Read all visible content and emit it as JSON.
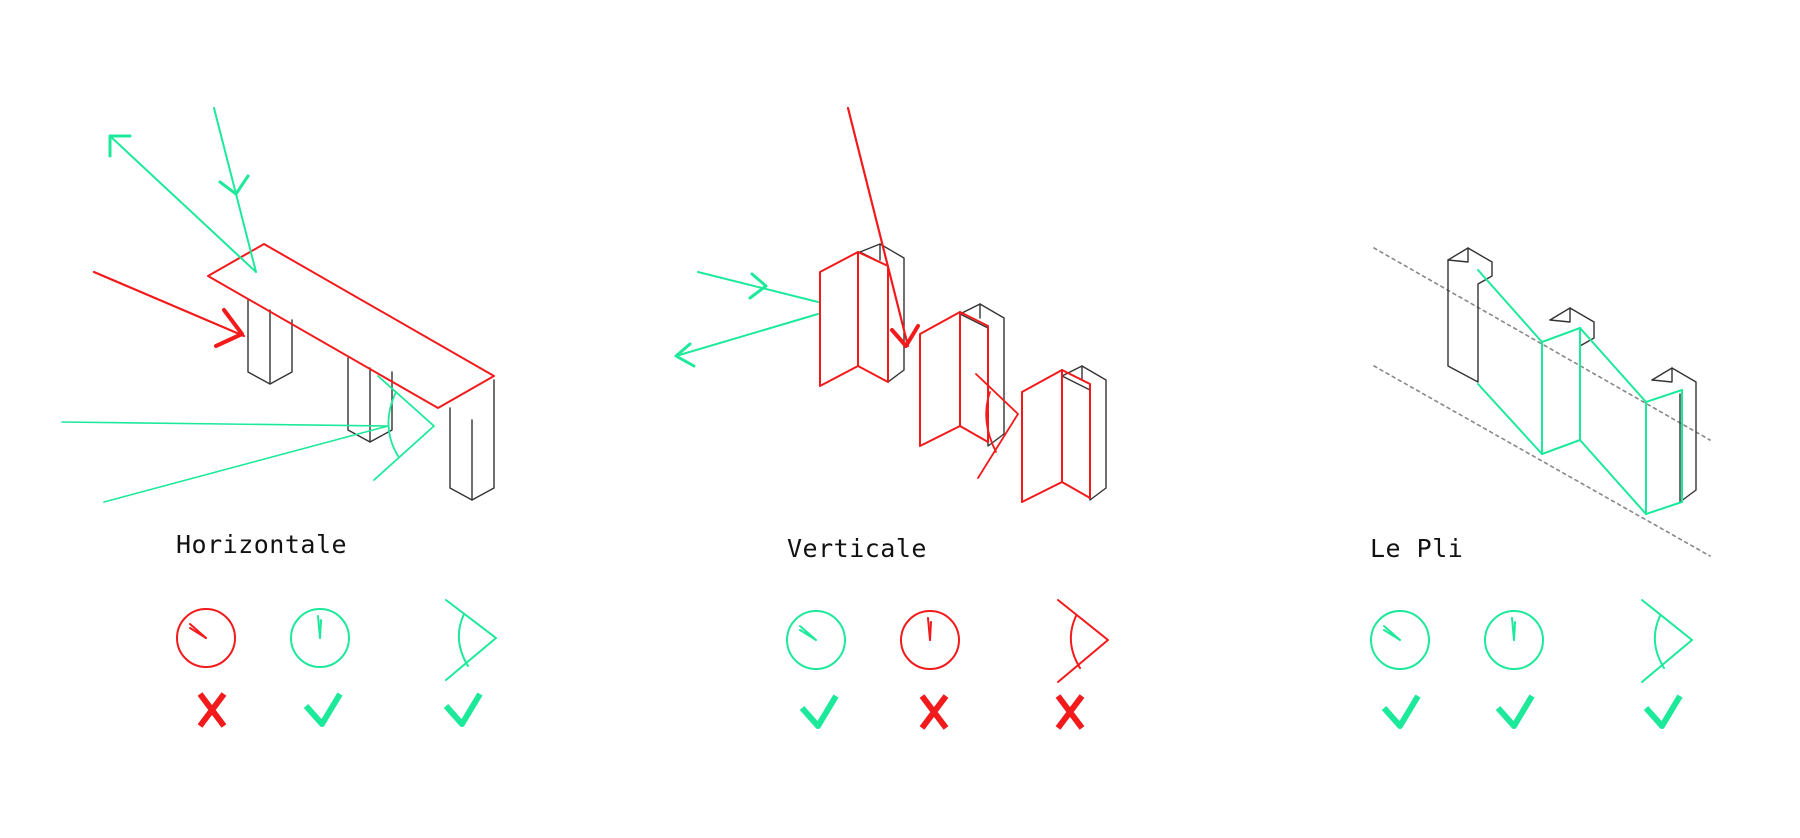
{
  "colors": {
    "good": "#1de99b",
    "bad": "#f21a1a",
    "structure": "#333333",
    "guide": "#888888"
  },
  "panels": [
    {
      "label": "Horizontale",
      "ratings": {
        "morning_sun": "bad",
        "noon_sun": "good",
        "view_angle": "good"
      }
    },
    {
      "label": "Verticale",
      "ratings": {
        "morning_sun": "good",
        "noon_sun": "bad",
        "view_angle": "bad"
      }
    },
    {
      "label": "Le Pli",
      "ratings": {
        "morning_sun": "good",
        "noon_sun": "good",
        "view_angle": "good"
      }
    }
  ],
  "icons": {
    "morning_sun": "clock-morning-icon",
    "noon_sun": "clock-noon-icon",
    "view_angle": "view-angle-icon",
    "good_mark": "checkmark-icon",
    "bad_mark": "cross-icon"
  }
}
